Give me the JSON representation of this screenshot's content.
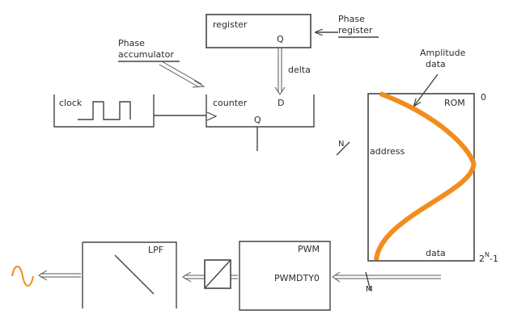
{
  "register": {
    "title": "register",
    "port_q": "Q"
  },
  "counter": {
    "title": "counter",
    "port_d": "D",
    "port_q": "Q"
  },
  "clock": {
    "title": "clock"
  },
  "rom": {
    "title": "ROM",
    "address": "address",
    "data": "data",
    "top_value": "0",
    "bottom_value": "2",
    "bottom_sup": "N",
    "bottom_suffix": "-1"
  },
  "pwm": {
    "title": "PWM",
    "sublabel": "PWMDTY0"
  },
  "lpf": {
    "title": "LPF"
  },
  "annotations": {
    "phase_register_1": "Phase",
    "phase_register_2": "register",
    "phase_accumulator_1": "Phase",
    "phase_accumulator_2": "accumulator",
    "amplitude_1": "Amplitude",
    "amplitude_2": "data",
    "delta": "delta",
    "address_width": "N",
    "data_width": "M"
  },
  "colors": {
    "waveform": "#f28c1e",
    "line": "#444444"
  }
}
